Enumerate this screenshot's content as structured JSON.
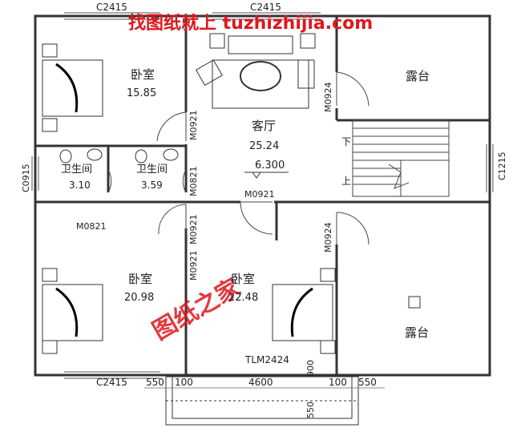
{
  "watermark": {
    "header": "找图纸就上 tuzhizhijia.com",
    "center": "图纸之家"
  },
  "rooms": [
    {
      "name": "卧室",
      "area": "15.85"
    },
    {
      "name": "客厅",
      "area": "25.24"
    },
    {
      "name": "露台",
      "area": ""
    },
    {
      "name": "卫生间",
      "area": "3.10"
    },
    {
      "name": "卫生间",
      "area": "3.59"
    },
    {
      "name": "卧室",
      "area": "20.98"
    },
    {
      "name": "卧室",
      "area": "22.48"
    },
    {
      "name": "露台",
      "area": ""
    }
  ],
  "stairs": {
    "down": "下",
    "up": "上"
  },
  "level_mark": "6.300",
  "doors": [
    "M0921",
    "M0821",
    "M0921",
    "M0821",
    "M0921",
    "M0924",
    "M0924",
    "M0921",
    "TLM2424"
  ],
  "windows": [
    "C2415",
    "C2415",
    "C0915",
    "C1215",
    "C2415"
  ],
  "dimensions": [
    "550",
    "100",
    "4600",
    "100",
    "550",
    "900",
    "550"
  ]
}
